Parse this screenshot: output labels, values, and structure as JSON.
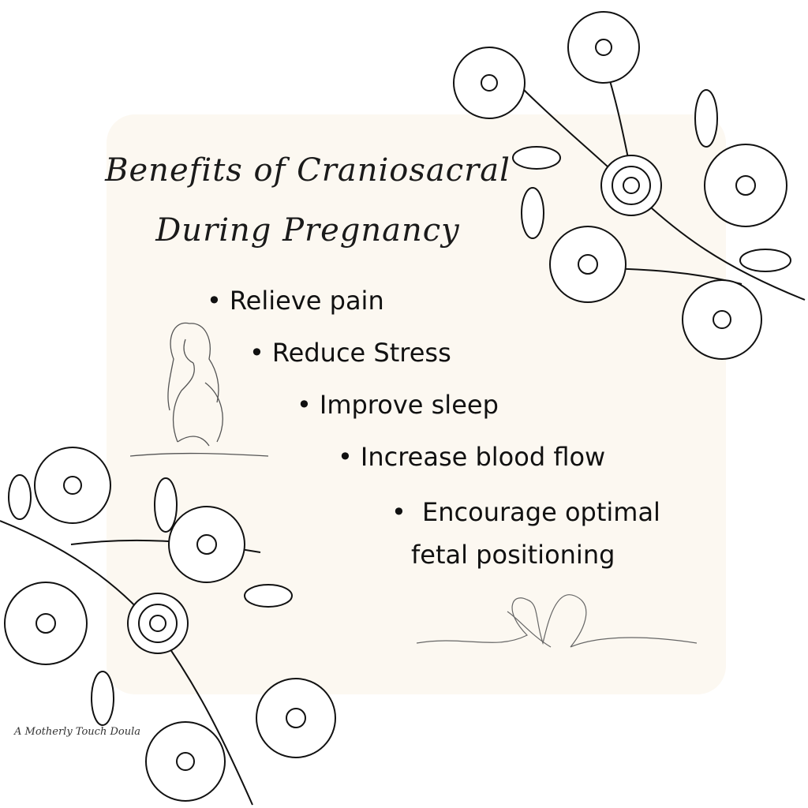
{
  "title": {
    "line1": "Benefits of Craniosacral",
    "line2": "During Pregnancy"
  },
  "benefits": [
    "Relieve pain",
    "Reduce Stress",
    "Improve sleep",
    "Increase blood flow",
    {
      "line1": "Encourage optimal",
      "line2": "fetal positioning"
    }
  ],
  "signature": "A Motherly Touch Doula",
  "colors": {
    "background": "#ffffff",
    "panel": "#fcf8f1",
    "ink": "#111111"
  }
}
